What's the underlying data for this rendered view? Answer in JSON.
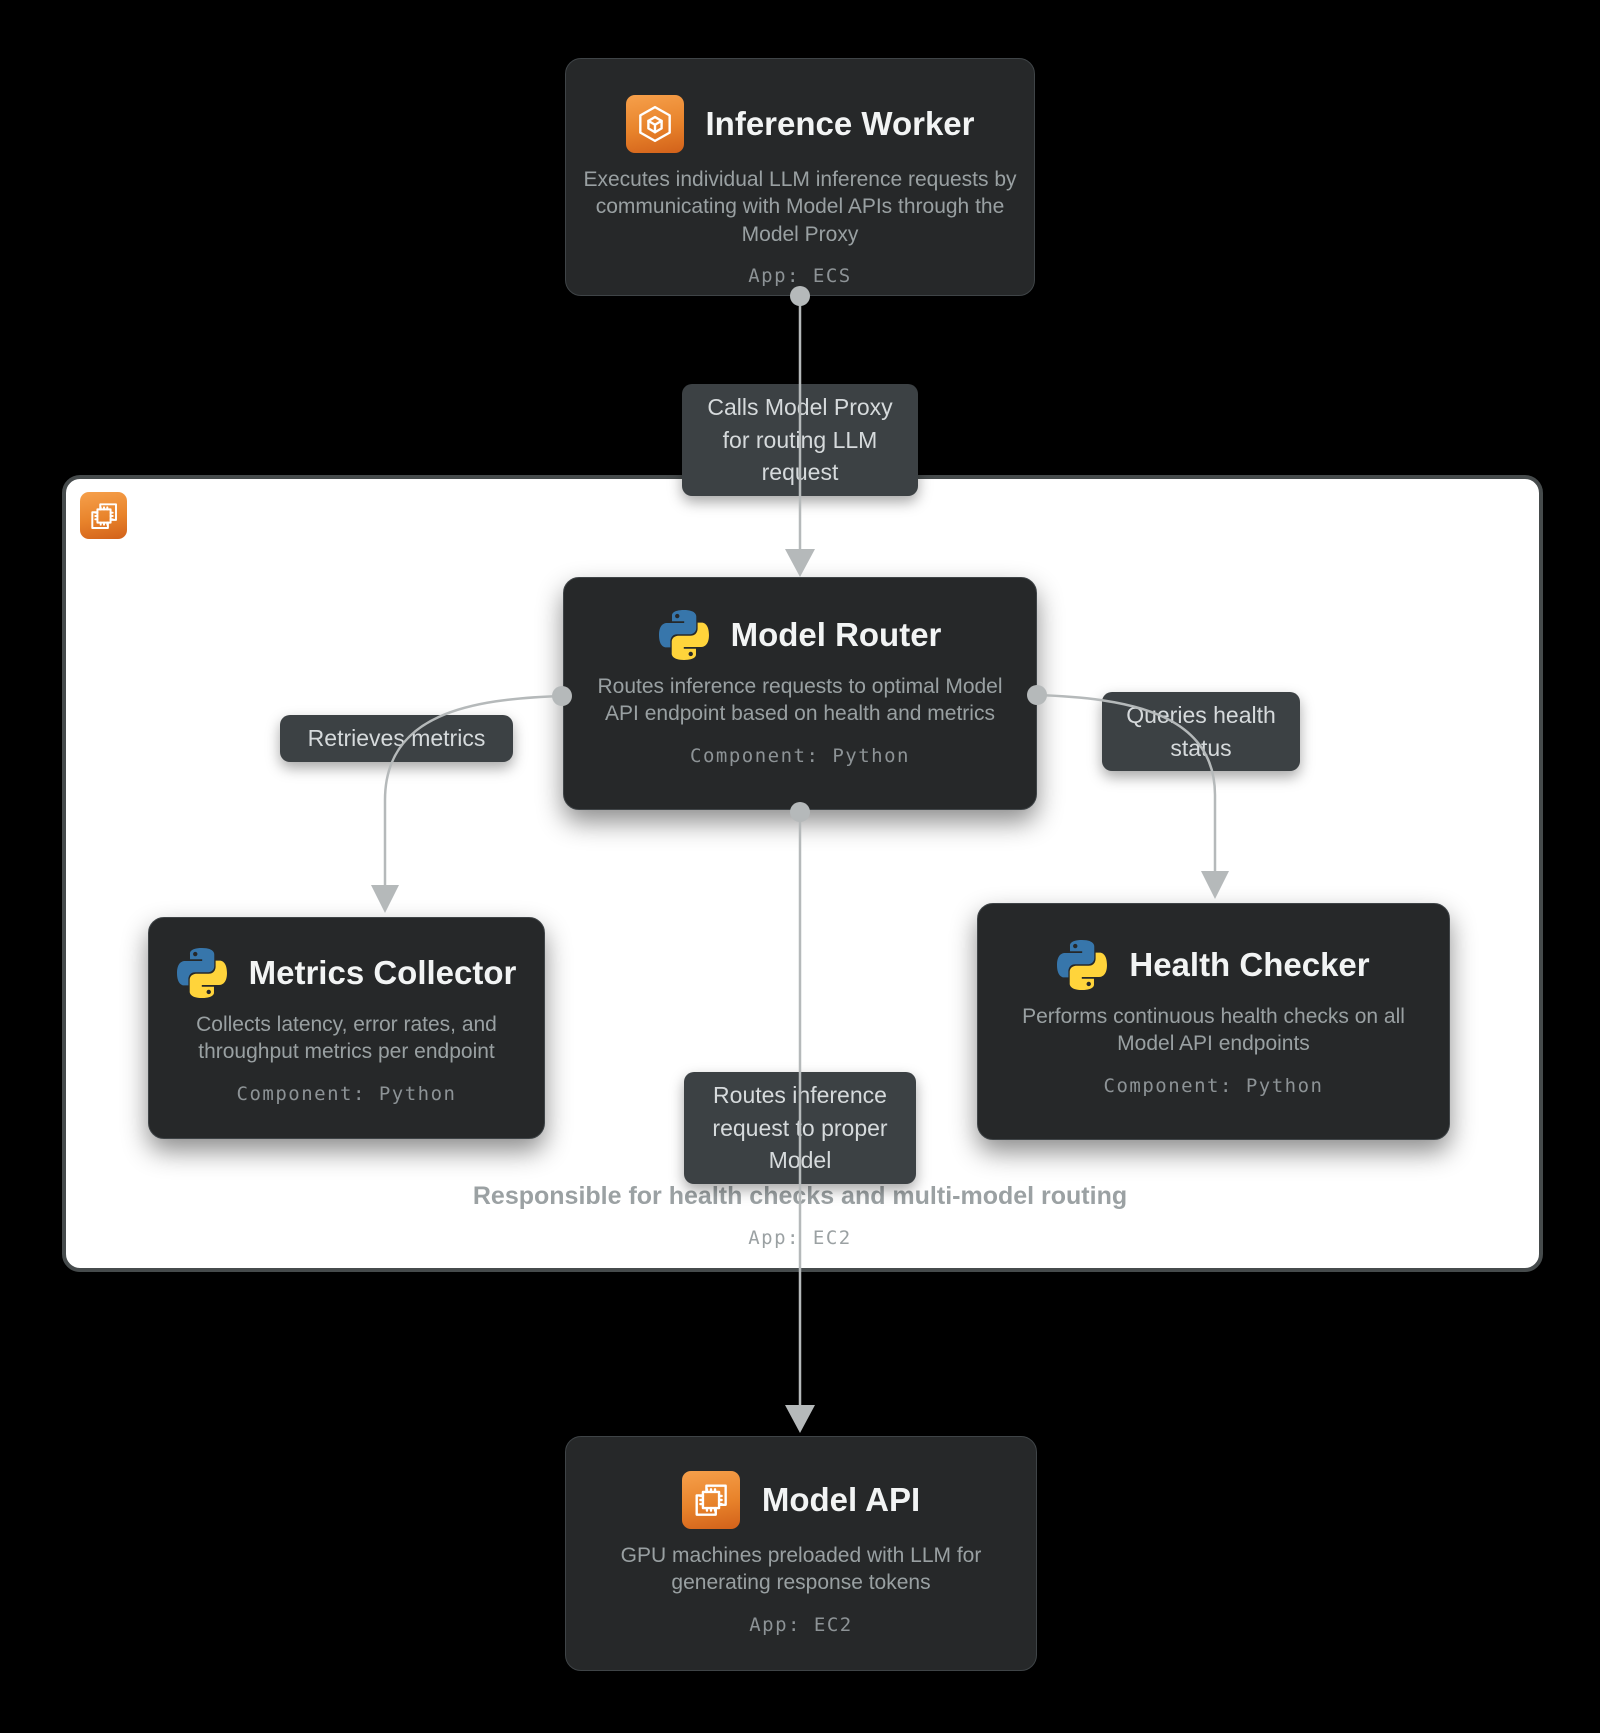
{
  "diagram": {
    "nodes": {
      "inference_worker": {
        "title": "Inference Worker",
        "description": "Executes individual LLM inference requests by communicating with Model APIs through the Model Proxy",
        "meta": "App: ECS",
        "icon": "ecs-icon"
      },
      "model_router": {
        "title": "Model Router",
        "description": "Routes inference requests to optimal Model API endpoint based on health and metrics",
        "meta": "Component: Python",
        "icon": "python-icon"
      },
      "metrics_collector": {
        "title": "Metrics Collector",
        "description": "Collects latency, error rates, and throughput metrics per endpoint",
        "meta": "Component: Python",
        "icon": "python-icon"
      },
      "health_checker": {
        "title": "Health Checker",
        "description": "Performs continuous health checks on all Model API endpoints",
        "meta": "Component: Python",
        "icon": "python-icon"
      },
      "model_api": {
        "title": "Model API",
        "description": "GPU machines preloaded with LLM for generating response tokens",
        "meta": "App: EC2",
        "icon": "ec2-icon"
      }
    },
    "group": {
      "caption": "Responsible for health checks and multi-model routing",
      "meta": "App: EC2",
      "icon": "ec2-icon"
    },
    "edge_labels": {
      "calls_model_proxy": "Calls Model Proxy for routing LLM request",
      "retrieves_metrics": "Retrieves metrics",
      "queries_health_status": "Queries health status",
      "routes_inference": "Routes inference request to proper Model"
    },
    "colors": {
      "background": "#000000",
      "node_bg": "#262829",
      "node_border": "#3f4447",
      "edge_label_bg": "#3c4144",
      "edge": "#b5b9ba",
      "group_bg": "#ffffff",
      "group_border": "#464b4c",
      "title_text": "#f2f4f4",
      "description_text": "#99a0a2",
      "mono_text": "#8d9396",
      "aws_orange_light": "#f6a04b",
      "aws_orange_dark": "#d2611a",
      "python_blue": "#3776ab",
      "python_yellow": "#ffd43b"
    }
  }
}
